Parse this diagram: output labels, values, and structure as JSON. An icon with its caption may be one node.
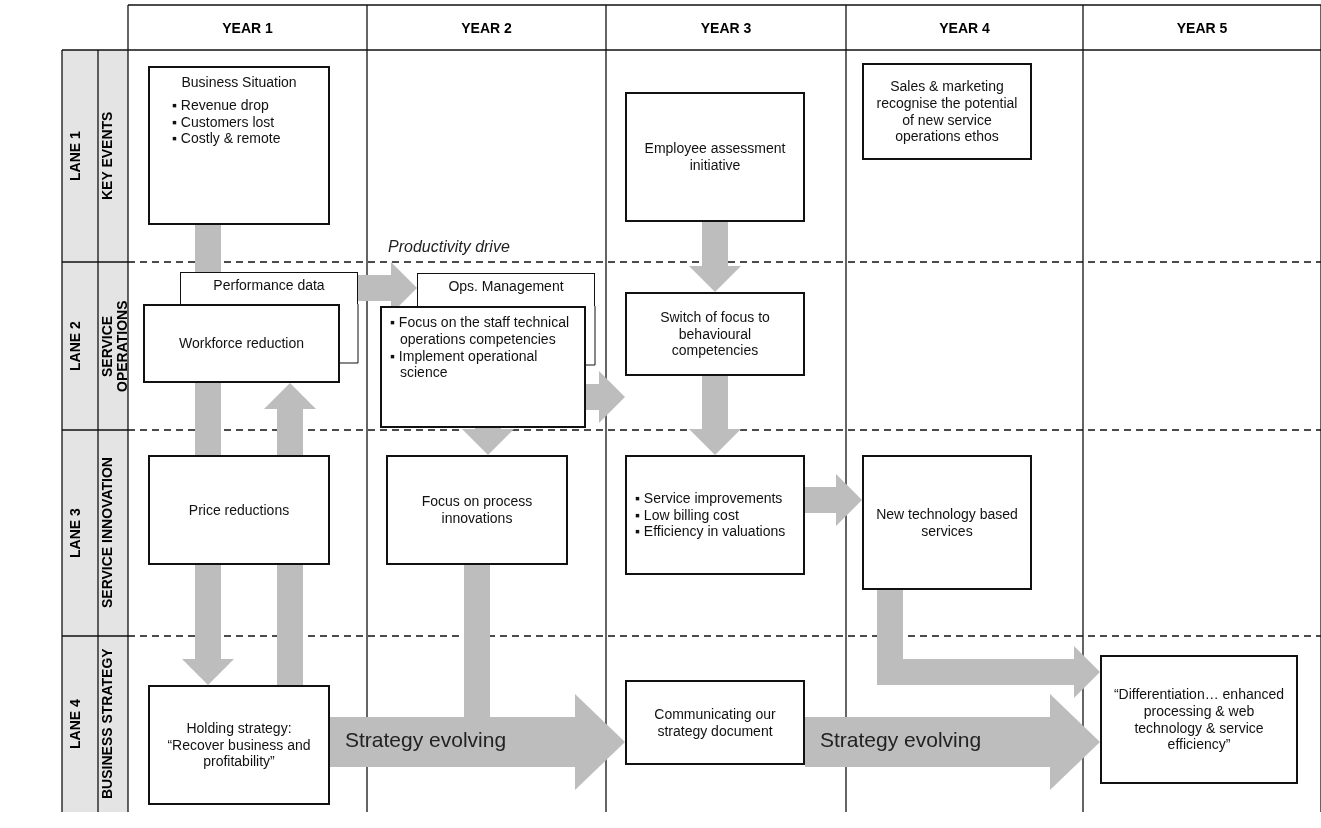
{
  "diagram": {
    "nodes": [
      {
        "text": [
          "Business Situation",
          "▪ Revenue drop",
          "▪ Customers lost",
          "▪ Costly & remote"
        ]
      },
      {
        "text": [
          "Employee assessment initiative"
        ]
      },
      {
        "text": [
          "Sales & marketing recognise the potential of new service operations ethos"
        ]
      },
      {
        "text": [
          "Performance data"
        ]
      },
      {
        "text": [
          "Workforce reduction"
        ]
      },
      {
        "text": [
          "Ops. Management"
        ]
      },
      {
        "text": [
          "▪ Focus on the staff technical operations competencies",
          "▪ Implement operational science"
        ]
      },
      {
        "text": [
          "Switch of focus to behavioural competencies"
        ]
      },
      {
        "text": [
          "Price reductions"
        ]
      },
      {
        "text": [
          "Focus on process innovations"
        ]
      },
      {
        "text": [
          "▪ Service improvements",
          "▪ Low billing cost",
          "▪ Efficiency in valuations"
        ]
      },
      {
        "text": [
          "New technology based services"
        ]
      },
      {
        "text": [
          "Holding strategy: “Recover business and profitability”"
        ]
      },
      {
        "text": [
          "Communicating our strategy document"
        ]
      },
      {
        "text": [
          "“Differentiation… enhanced processing & web technology & service efficiency”"
        ]
      }
    ],
    "edges": [
      {
        "from": 0,
        "to": 3,
        "arrow": "none"
      },
      {
        "from": 4,
        "to": 8,
        "arrow": "none"
      },
      {
        "from": 8,
        "to": 12,
        "arrow": "to"
      },
      {
        "from": 12,
        "to": 8,
        "arrow": "none"
      },
      {
        "from": 8,
        "to": 4,
        "arrow": "to"
      },
      {
        "from": 3,
        "to": 5,
        "arrow": "to",
        "label": "Productivity drive"
      },
      {
        "from": 6,
        "to": 7,
        "arrow": "to"
      },
      {
        "from": 6,
        "to": 9,
        "arrow": "to"
      },
      {
        "from": 1,
        "to": 7,
        "arrow": "to"
      },
      {
        "from": 7,
        "to": 10,
        "arrow": "to"
      },
      {
        "from": 9,
        "to": null,
        "arrow": "none"
      },
      {
        "from": 10,
        "to": 11,
        "arrow": "to"
      },
      {
        "from": 11,
        "to": 14,
        "arrow": "to"
      },
      {
        "from": 12,
        "to": 13,
        "arrow": "to",
        "label": "Strategy evolving",
        "style": "thick"
      },
      {
        "from": 13,
        "to": 14,
        "arrow": "to",
        "label": "Strategy evolving",
        "style": "thick"
      }
    ],
    "labels": [
      "YEAR 1",
      "YEAR 2",
      "YEAR 3",
      "YEAR 4",
      "YEAR 5",
      "LANE 1",
      "KEY EVENTS",
      "LANE 2",
      "SERVICE OPERATIONS",
      "LANE 3",
      "SERVICE INNOVATION",
      "LANE 4",
      "BUSINESS STRATEGY"
    ]
  }
}
